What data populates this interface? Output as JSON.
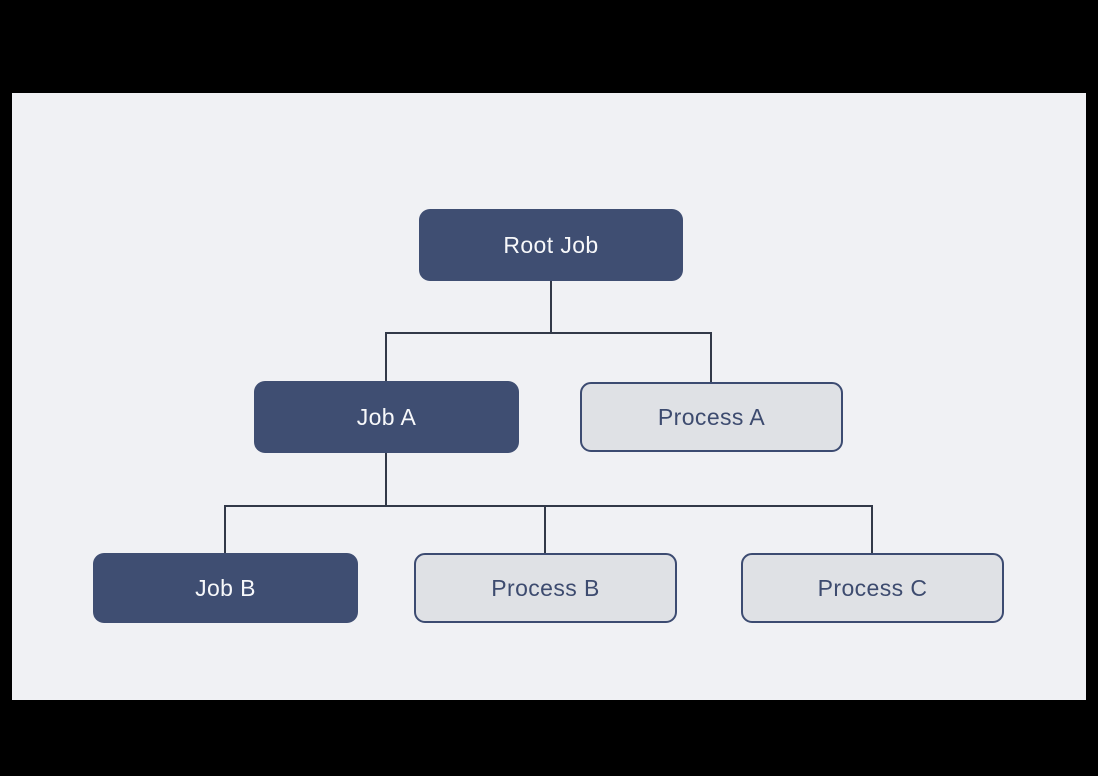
{
  "diagram": {
    "title": "job-process-tree",
    "nodes": [
      {
        "id": "root",
        "label": "Root Job",
        "type": "job"
      },
      {
        "id": "job-a",
        "label": "Job A",
        "type": "job"
      },
      {
        "id": "process-a",
        "label": "Process A",
        "type": "process"
      },
      {
        "id": "job-b",
        "label": "Job B",
        "type": "job"
      },
      {
        "id": "process-b",
        "label": "Process B",
        "type": "process"
      },
      {
        "id": "process-c",
        "label": "Process C",
        "type": "process"
      }
    ],
    "edges": [
      {
        "from": "root",
        "to": "job-a"
      },
      {
        "from": "root",
        "to": "process-a"
      },
      {
        "from": "job-a",
        "to": "job-b"
      },
      {
        "from": "job-a",
        "to": "process-b"
      },
      {
        "from": "job-a",
        "to": "process-c"
      }
    ],
    "colors": {
      "job_fill": "#3f4e72",
      "job_text": "#f7f8fa",
      "process_fill": "#dfe1e5",
      "process_border": "#3c4b71",
      "process_text": "#3d4b6f",
      "connector": "#323948",
      "canvas_background": "#f0f1f4",
      "backdrop": "#000000"
    }
  }
}
